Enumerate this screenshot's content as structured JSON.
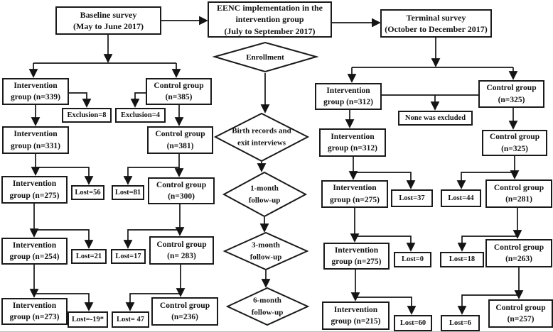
{
  "top": {
    "baseline": {
      "lines": [
        "Baseline survey",
        "(May to June 2017)"
      ]
    },
    "eenc": {
      "lines": [
        "EENC implementation in the",
        "intervention group",
        "(July to September 2017)"
      ]
    },
    "terminal": {
      "lines": [
        "Terminal survey",
        "(October to December 2017)"
      ]
    }
  },
  "stages": {
    "enrollment": {
      "lines": [
        "Enrollment"
      ]
    },
    "birth_records": {
      "lines": [
        "Birth records and",
        "exit interviews"
      ]
    },
    "month1": {
      "lines": [
        "1-month",
        "follow-up"
      ]
    },
    "month3": {
      "lines": [
        "3-month",
        "follow-up"
      ]
    },
    "month6": {
      "lines": [
        "6-month",
        "follow-up"
      ]
    }
  },
  "left": {
    "intervention": [
      "Intervention group (n=339)",
      "Intervention group (n=331)",
      "Intervention group (n=275)",
      "Intervention group (n=254)",
      "Intervention group (n=273)"
    ],
    "control": [
      "Control group (n=385)",
      "Control group (n=381)",
      "Control group (n=300)",
      "Control group (n= 283)",
      "Control group (n=236)"
    ],
    "exclusion_intervention": "Exclusion=8",
    "exclusion_control": "Exclusion=4",
    "lost_intervention": [
      "Lost=56",
      "Lost=21",
      "Lost=-19*"
    ],
    "lost_control": [
      "Lost=81",
      "Lost=17",
      "Lost= 47"
    ]
  },
  "right": {
    "intervention": [
      "Intervention group (n=312)",
      "Intervention group (n=312)",
      "Intervention group (n=275)",
      "Intervention group (n=275)",
      "Intervention group (n=215)"
    ],
    "control": [
      "Control group (n=325)",
      "Control group (n=325)",
      "Control group (n=281)",
      "Control group (n=263)",
      "Control group (n=257)"
    ],
    "excluded_note": "None was excluded",
    "lost_intervention": [
      "Lost=37",
      "Lost=0",
      "Lost=60"
    ],
    "lost_control": [
      "Lost=44",
      "Lost=18",
      "Lost=6"
    ]
  },
  "colors": {
    "line": "#141414",
    "box_border": "#1a1a1a",
    "background": "#ffffff",
    "text": "#141414"
  }
}
